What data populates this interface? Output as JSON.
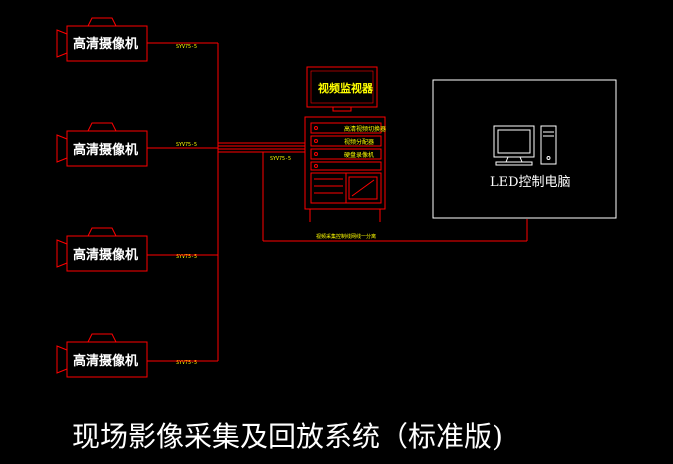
{
  "cameras": [
    {
      "label": "高清摄像机",
      "cable": "SYV75-5"
    },
    {
      "label": "高清摄像机",
      "cable": "SYV75-5"
    },
    {
      "label": "高清摄像机",
      "cable": "SYV75-5"
    },
    {
      "label": "高清摄像机",
      "cable": "SYV75-5"
    }
  ],
  "monitor": {
    "label": "视频监视器"
  },
  "rack": {
    "cable": "SYV75-5",
    "devices": [
      "高清视频切换器",
      "视频分配器",
      "硬盘录像机"
    ]
  },
  "pc": {
    "label": "LED控制电脑"
  },
  "link_label": "视频采集控制线网线一分离",
  "title": "现场影像采集及回放系统（标准版)",
  "colors": {
    "line": "#ff0000",
    "text": "#ffffff",
    "accent": "#ffff00",
    "background": "#000000"
  }
}
